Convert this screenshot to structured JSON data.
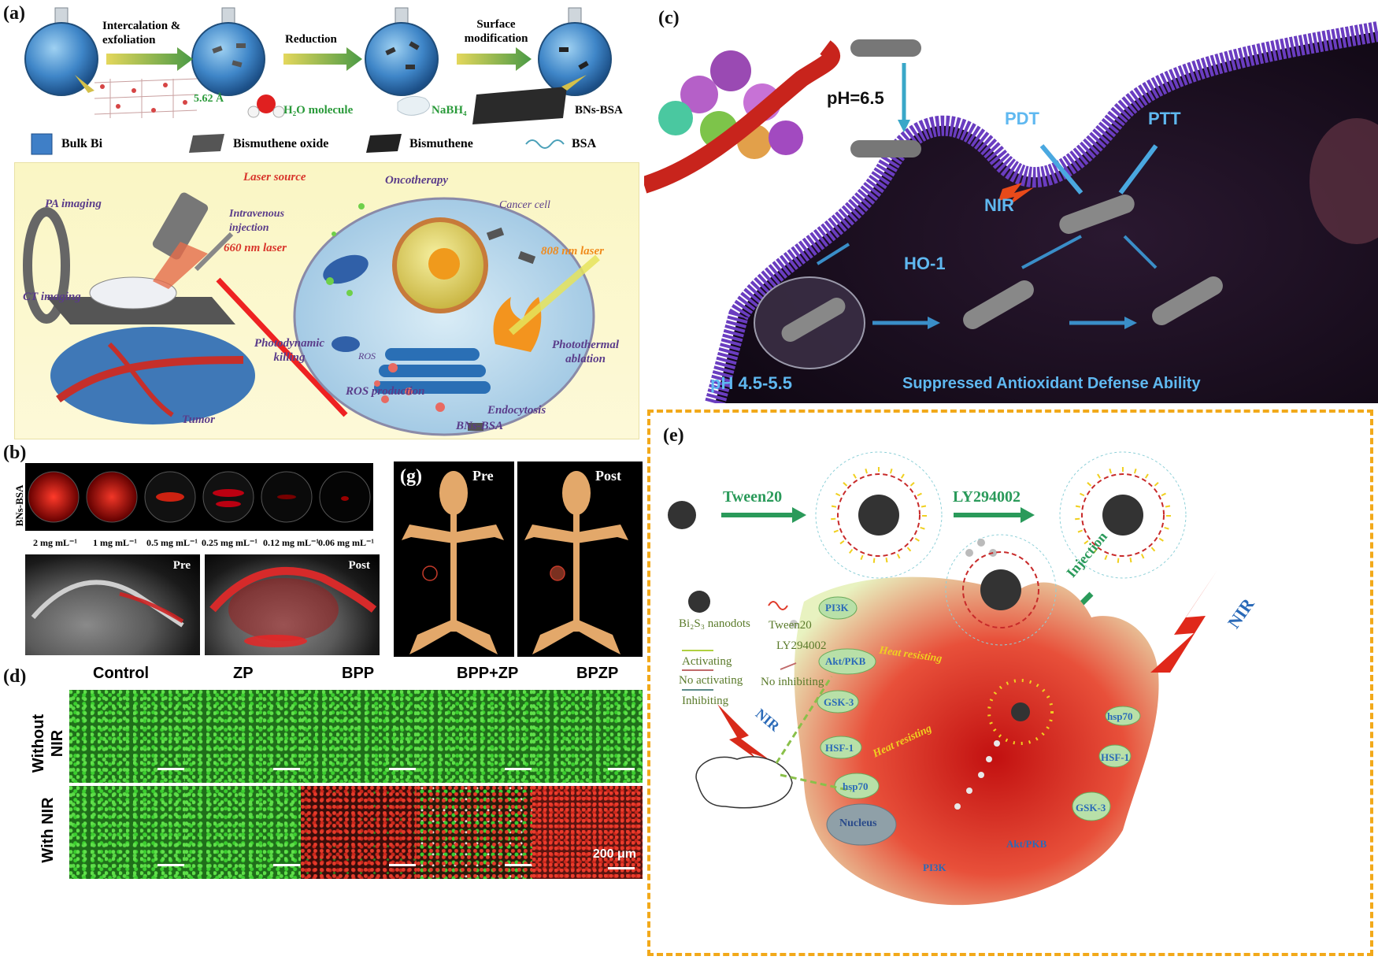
{
  "panel_a": {
    "tag": "(a)",
    "step1": "Intercalation & exfoliation",
    "step2": "Reduction",
    "step3": "Surface modification",
    "spacing": "5.62 Å",
    "h2o": "H₂O molecule",
    "nabh4": "NaBH₄",
    "bns_bsa": "BNs-BSA",
    "legend": [
      "Bulk Bi",
      "Bismuthene oxide",
      "Bismuthene",
      "BSA"
    ],
    "pa_imaging": "PA imaging",
    "laser_source": "Laser source",
    "iv_injection": "Intravenous injection",
    "laser660": "660 nm laser",
    "ct_imaging": "CT imaging",
    "oncotherapy": "Oncotherapy",
    "cancer_cell": "Cancer cell",
    "laser808": "808 nm laser",
    "photodynamic": "Photodynamic killing",
    "photothermal": "Photothermal ablation",
    "ros": "ROS",
    "ros_production": "ROS production",
    "endocytosis": "Endocytosis",
    "bns_bsa_bottom": "BNs-BSA",
    "tumor": "Tumor"
  },
  "panel_b": {
    "tag": "(b)",
    "side_label": "BNs-BSA",
    "concentrations": [
      "2 mg mL⁻¹",
      "1 mg mL⁻¹",
      "0.5 mg mL⁻¹",
      "0.25 mg mL⁻¹",
      "0.12 mg mL⁻¹",
      "0.06 mg mL⁻¹"
    ],
    "pre": "Pre",
    "post": "Post"
  },
  "panel_g": {
    "tag": "(g)",
    "pre": "Pre",
    "post": "Post"
  },
  "panel_c": {
    "tag": "(c)",
    "ph65": "pH=6.5",
    "pdt": "PDT",
    "ptt": "PTT",
    "nir": "NIR",
    "ho1": "HO-1",
    "ph_low": "pH 4.5-5.5",
    "suppressed": "Suppressed Antioxidant Defense Ability"
  },
  "panel_d": {
    "tag": "(d)",
    "columns": [
      "Control",
      "ZP",
      "BPP",
      "BPP+ZP",
      "BPZP"
    ],
    "rows": [
      "Without NIR",
      "With NIR"
    ],
    "scale": "200 μm"
  },
  "panel_e": {
    "tag": "(e)",
    "tween20": "Tween20",
    "ly": "LY294002",
    "injection": "Injection",
    "nanodots": "Bi₂S₃ nanodots",
    "tween20_legend": "Tween20",
    "ly_legend": "LY294002",
    "activating": "Activating",
    "no_activating": "No activating",
    "inhibiting": "Inhibiting",
    "no_inhibiting": "No inhibiting",
    "pi3k": "PI3K",
    "akt": "Akt/PKB",
    "gsk3": "GSK-3",
    "hsf1": "HSF-1",
    "hsp70": "hsp70",
    "heat1": "Heat resisting",
    "heat2": "Heat resisting",
    "nucleus": "Nucleus",
    "pi3k2": "PI3K",
    "akt2": "Akt/PKB",
    "gsk3_2": "GSK-3",
    "hsf1_2": "HSF-1",
    "hsp70_2": "hsp70",
    "nir_small": "NIR",
    "nir_big": "NIR"
  },
  "colors": {
    "panel_e_border": "#f2a91a",
    "arrow_green": "#3a8d3a",
    "label_purple": "#6a3d8f",
    "label_red": "#d8342a",
    "label_orange": "#f08a1c",
    "c_blue_text": "#5fb8f0"
  }
}
